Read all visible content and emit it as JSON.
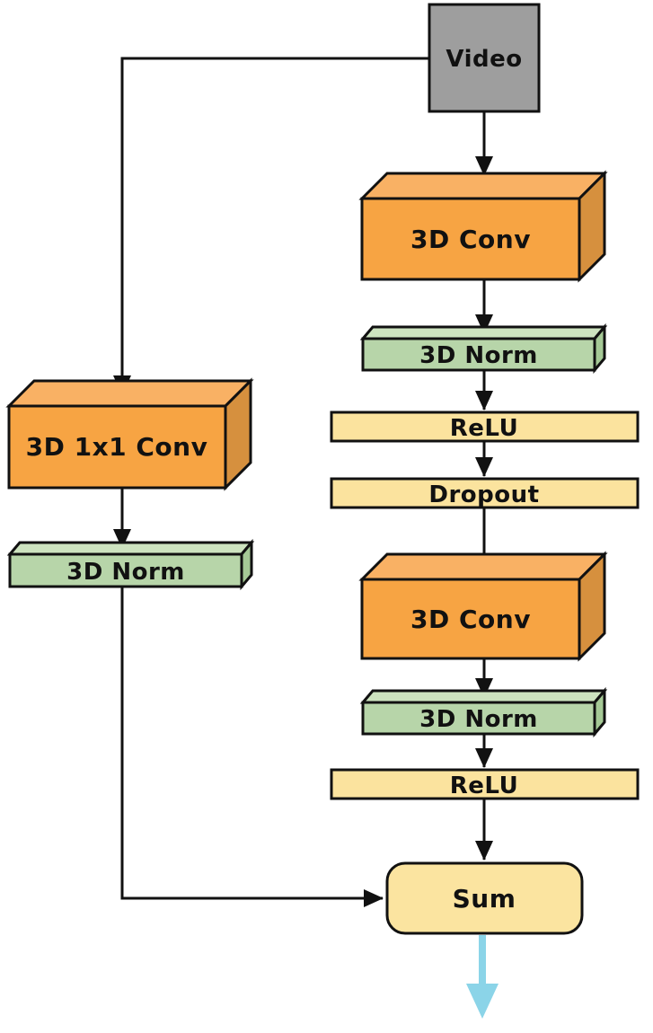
{
  "diagram": {
    "nodes": {
      "video": "Video",
      "conv1": "3D Conv",
      "norm1": "3D Norm",
      "relu1": "ReLU",
      "dropout": "Dropout",
      "conv2": "3D Conv",
      "norm2": "3D Norm",
      "relu2": "ReLU",
      "sum": "Sum",
      "skip_conv": "3D 1x1 Conv",
      "skip_norm": "3D Norm"
    },
    "colors": {
      "background": "#FFFFFF",
      "video_fill": "#9E9E9E",
      "conv_front": "#F7A443",
      "conv_top": "#F9B164",
      "conv_side": "#D6903E",
      "norm_front": "#B7D5A9",
      "norm_top": "#CDE3BF",
      "norm_side": "#A5C996",
      "bar_fill": "#FBE39E",
      "sum_fill": "#FBE4A0",
      "outline": "#111111",
      "text": "#111111",
      "output_arrow": "#8BD4E8"
    }
  }
}
